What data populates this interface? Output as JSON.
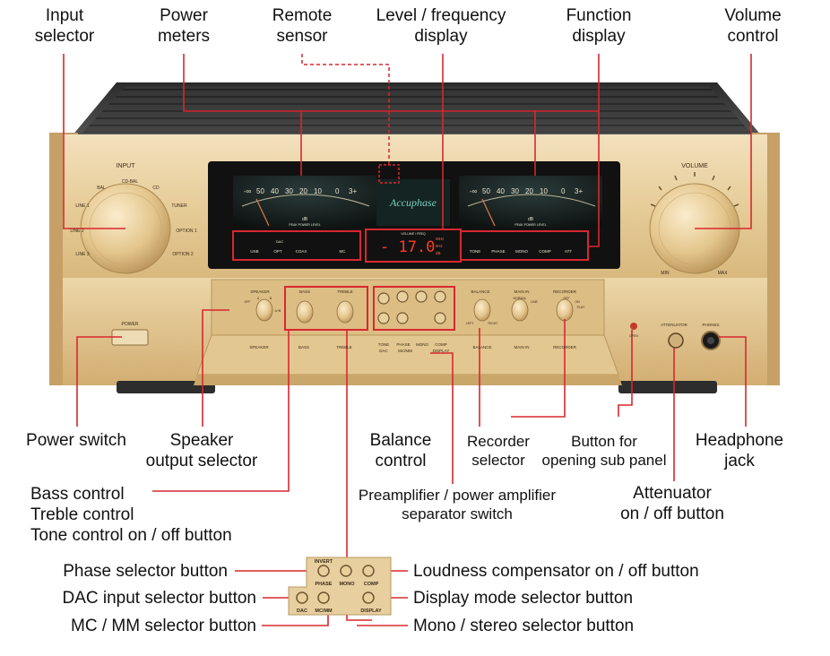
{
  "callouts": {
    "input_selector": "Input\nselector",
    "power_meters": "Power\nmeters",
    "remote_sensor": "Remote\nsensor",
    "level_display": "Level / frequency\ndisplay",
    "function_display": "Function\ndisplay",
    "volume_control": "Volume\ncontrol",
    "power_switch": "Power switch",
    "speaker_selector": "Speaker\noutput selector",
    "balance_control": "Balance\ncontrol",
    "recorder_selector": "Recorder\nselector",
    "sub_panel_button": "Button for\nopening sub panel",
    "headphone_jack": "Headphone\njack",
    "bass_treble_tone": "Bass control\nTreble control\nTone control on / off button",
    "preamp_separator": "Preamplifier / power amplifier\nseparator switch",
    "attenuator": "Attenuator\non / off button",
    "phase_selector": "Phase selector button",
    "dac_selector": "DAC input selector button",
    "mc_mm_selector": "MC / MM selector button",
    "loudness": "Loudness compensator on / off button",
    "display_mode": "Display mode selector button",
    "mono_stereo": "Mono / stereo selector button"
  },
  "panel": {
    "brand": "Accuphase",
    "input_title": "INPUT",
    "input_positions": [
      "BAL",
      "CD-BAL",
      "CD",
      "LINE 1",
      "TUNER",
      "LINE 2",
      "OPTION 1",
      "LINE 3",
      "OPTION 2"
    ],
    "volume_title": "VOLUME",
    "volume_min": "MIN",
    "volume_max": "MAX",
    "meter_scale": [
      "-∞",
      "50",
      "40",
      "30",
      "20",
      "10",
      "0",
      "3+"
    ],
    "meter_unit": "dB",
    "meter_caption": "PEAK POWER LEVEL",
    "digital_readout": "- 17.0",
    "readout_units": [
      "MHz",
      "kHz",
      "dB"
    ],
    "readout_caption": "VOLUME / FREQ",
    "dac_label": "DAC",
    "dac_inputs": [
      "USB",
      "OPT",
      "COAX"
    ],
    "mc_label": "MC",
    "function_items": [
      "TONE",
      "PHASE",
      "MONO",
      "COMP",
      "ATT"
    ],
    "power_label": "POWER",
    "attenuator_label": "ATTENUATOR",
    "phones_label": "PHONES",
    "sub_labels": [
      "SPEAKER",
      "BASS",
      "TREBLE",
      "TONE",
      "PHASE",
      "MONO",
      "COMP",
      "DAC",
      "MC/MM",
      "DISPLAY",
      "BALANCE",
      "MAIN IN",
      "RECORDER"
    ],
    "speaker_title": "SPEAKER",
    "speaker_positions": [
      "OFF",
      "A",
      "B",
      "A+B"
    ],
    "bass_title": "BASS",
    "treble_title": "TREBLE",
    "balance_title": "BALANCE",
    "balance_positions": [
      "LEFT",
      "RIGHT"
    ],
    "main_in_title": "MAIN IN",
    "main_in_positions": [
      "NORMAL",
      "LINE"
    ],
    "recorder_title": "RECORDER",
    "recorder_positions": [
      "OFF",
      "ON",
      "PLAY"
    ],
    "open_label": "OPEN"
  },
  "inset": {
    "invert": "INVERT",
    "phase": "PHASE",
    "mono": "MONO",
    "comp": "COMP",
    "dac": "DAC",
    "mc_mm": "MC/MM",
    "display": "DISPLAY"
  },
  "colors": {
    "callout_red": "#d7282f",
    "champagne_gold": "#e7cfa0",
    "display_black": "#111111",
    "meter_amber": "#e9e3d0",
    "readout_red": "#ff3b22"
  }
}
